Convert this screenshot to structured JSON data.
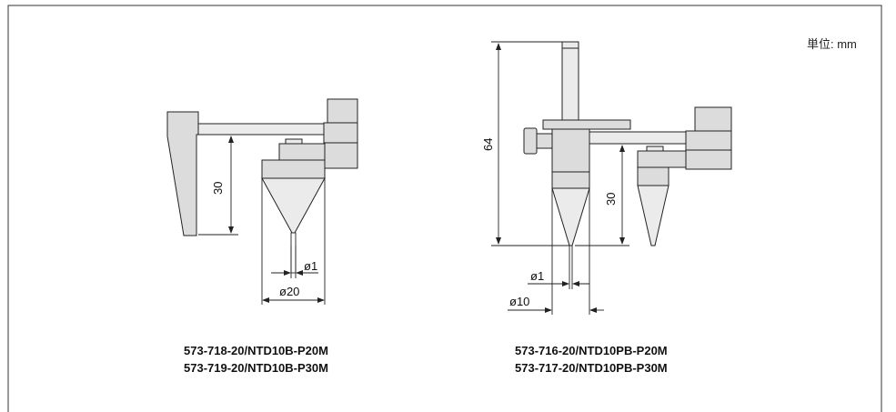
{
  "unit_label": "単位: mm",
  "left_diagram": {
    "dim_height": "30",
    "dim_tip_diameter": "ø1",
    "dim_base_diameter": "ø20",
    "caption_line1": "573-718-20/NTD10B-P20M",
    "caption_line2": "573-719-20/NTD10B-P30M"
  },
  "right_diagram": {
    "dim_total_height": "64",
    "dim_height": "30",
    "dim_tip_diameter": "ø1",
    "dim_base_diameter": "ø10",
    "caption_line1": "573-716-20/NTD10PB-P20M",
    "caption_line2": "573-717-20/NTD10PB-P30M"
  }
}
